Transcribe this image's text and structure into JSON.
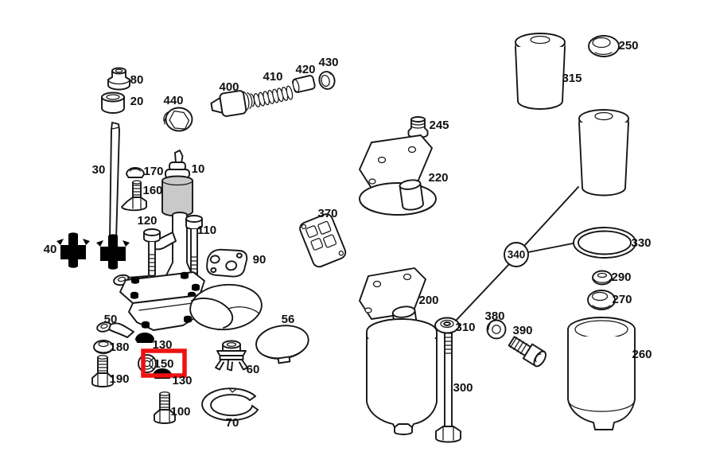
{
  "diagram": {
    "background": "#ffffff",
    "line_color": "#161616",
    "highlight": {
      "part": "150",
      "color": "#ee1111"
    },
    "callout": {
      "label": "340"
    },
    "labels": [
      {
        "part": "80"
      },
      {
        "part": "20"
      },
      {
        "part": "30"
      },
      {
        "part": "440"
      },
      {
        "part": "400"
      },
      {
        "part": "410"
      },
      {
        "part": "420"
      },
      {
        "part": "430"
      },
      {
        "part": "170"
      },
      {
        "part": "160"
      },
      {
        "part": "10"
      },
      {
        "part": "120"
      },
      {
        "part": "110"
      },
      {
        "part": "90"
      },
      {
        "part": "370"
      },
      {
        "part": "40"
      },
      {
        "part": "50"
      },
      {
        "part": "180"
      },
      {
        "part": "190"
      },
      {
        "part": "130"
      },
      {
        "part": "150"
      },
      {
        "part": "130"
      },
      {
        "part": "100"
      },
      {
        "part": "70"
      },
      {
        "part": "60"
      },
      {
        "part": "56"
      },
      {
        "part": "245"
      },
      {
        "part": "220"
      },
      {
        "part": "200"
      },
      {
        "part": "310"
      },
      {
        "part": "380"
      },
      {
        "part": "390"
      },
      {
        "part": "300"
      },
      {
        "part": "340"
      },
      {
        "part": "315"
      },
      {
        "part": "250"
      },
      {
        "part": "330"
      },
      {
        "part": "290"
      },
      {
        "part": "270"
      },
      {
        "part": "260"
      }
    ]
  }
}
